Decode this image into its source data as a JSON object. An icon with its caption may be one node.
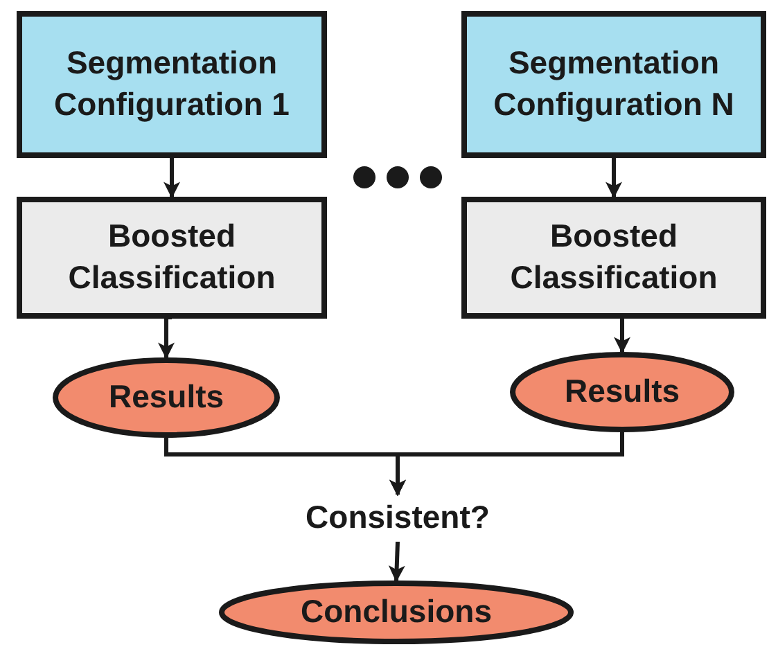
{
  "diagram": {
    "nodes": [
      {
        "text": [
          "Segmentation Configuration 1"
        ]
      },
      {
        "text": [
          "Segmentation Configuration N"
        ]
      },
      {
        "text": [
          "Boosted Classification"
        ]
      },
      {
        "text": [
          "Boosted Classification"
        ]
      },
      {
        "text": [
          "Results"
        ]
      },
      {
        "text": [
          "Results"
        ]
      },
      {
        "text": [
          "Consistent?"
        ]
      },
      {
        "text": [
          "Conclusions"
        ]
      }
    ],
    "edges": [
      {
        "from": 0,
        "to": 2,
        "arrow": "to"
      },
      {
        "from": 1,
        "to": 3,
        "arrow": "to"
      },
      {
        "from": 2,
        "to": 4,
        "arrow": "to"
      },
      {
        "from": 3,
        "to": 5,
        "arrow": "to"
      },
      {
        "from": 4,
        "to": 6,
        "arrow": "to"
      },
      {
        "from": 5,
        "to": 6,
        "arrow": "to"
      },
      {
        "from": 6,
        "to": 7,
        "arrow": "to"
      }
    ]
  }
}
